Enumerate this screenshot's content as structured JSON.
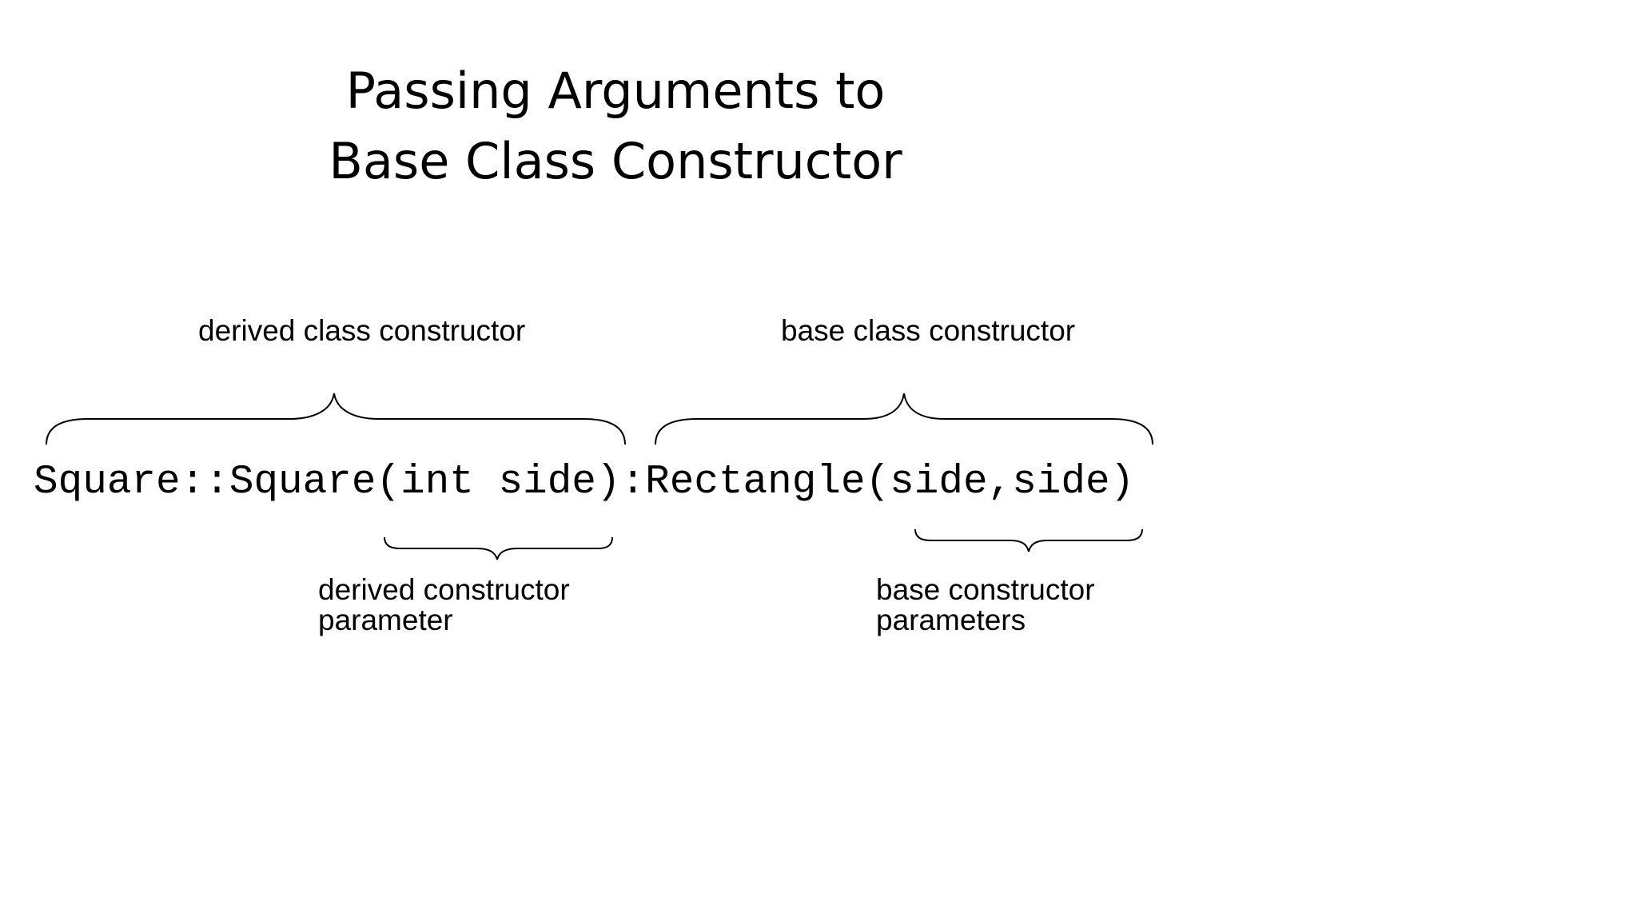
{
  "title": {
    "line1": "Passing Arguments to",
    "line2": "Base Class Constructor"
  },
  "labels": {
    "derived_class_constructor": "derived class constructor",
    "base_class_constructor": "base class constructor",
    "derived_constructor_parameter": {
      "line1": "derived constructor",
      "line2": "parameter"
    },
    "base_constructor_parameters": {
      "line1": "base constructor",
      "line2": "parameters"
    }
  },
  "code": "Square::Square(int side):Rectangle(side,side)",
  "colors": {
    "background": "#ffffff",
    "text": "#000000"
  }
}
